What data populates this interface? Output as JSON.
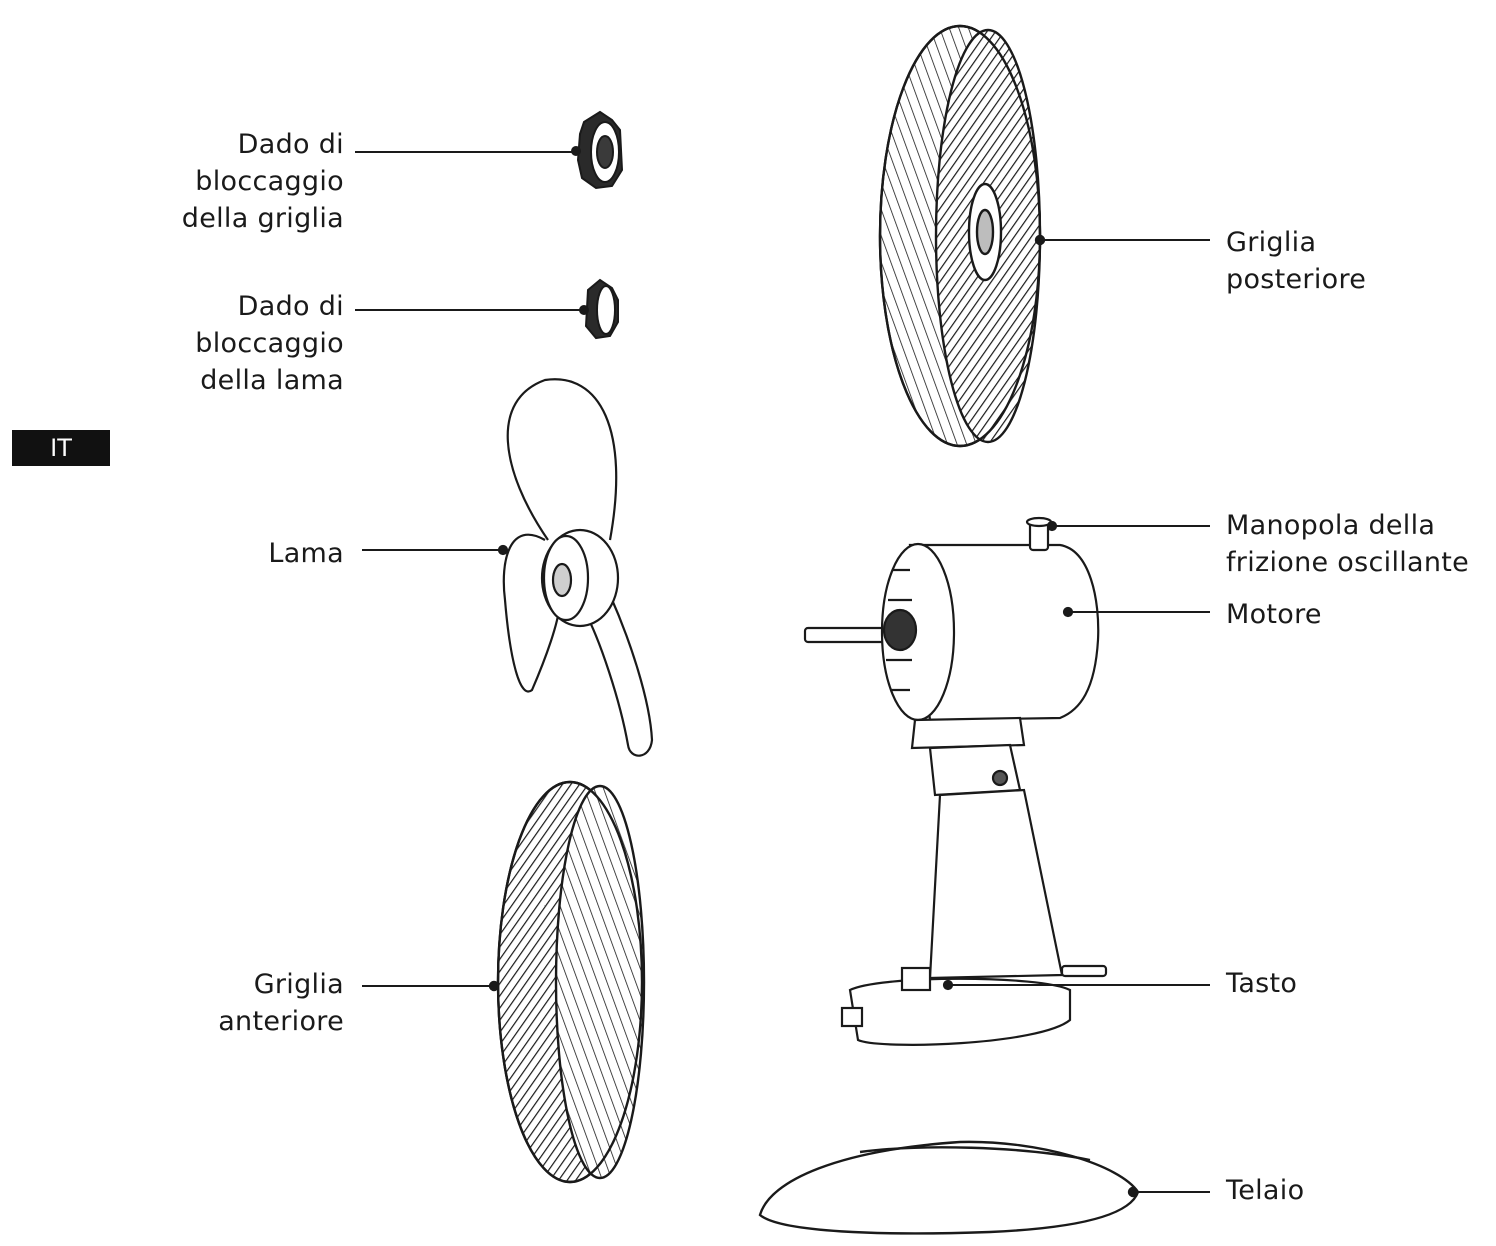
{
  "language_tab": "IT",
  "labels": {
    "grid_lock_nut": [
      "Dado di",
      "bloccaggio",
      "della griglia"
    ],
    "blade_lock_nut": [
      "Dado di",
      "bloccaggio",
      "della lama"
    ],
    "blade": [
      "Lama"
    ],
    "front_grille": [
      "Griglia",
      "anteriore"
    ],
    "rear_grille": [
      "Griglia",
      "posteriore"
    ],
    "oscillation_knob": [
      "Manopola della",
      "frizione oscillante"
    ],
    "motor": [
      "Motore"
    ],
    "button": [
      "Tasto"
    ],
    "base": [
      "Telaio"
    ]
  },
  "colors": {
    "ink": "#1a1a1a",
    "tab_bg": "#111111",
    "tab_text": "#ffffff"
  }
}
